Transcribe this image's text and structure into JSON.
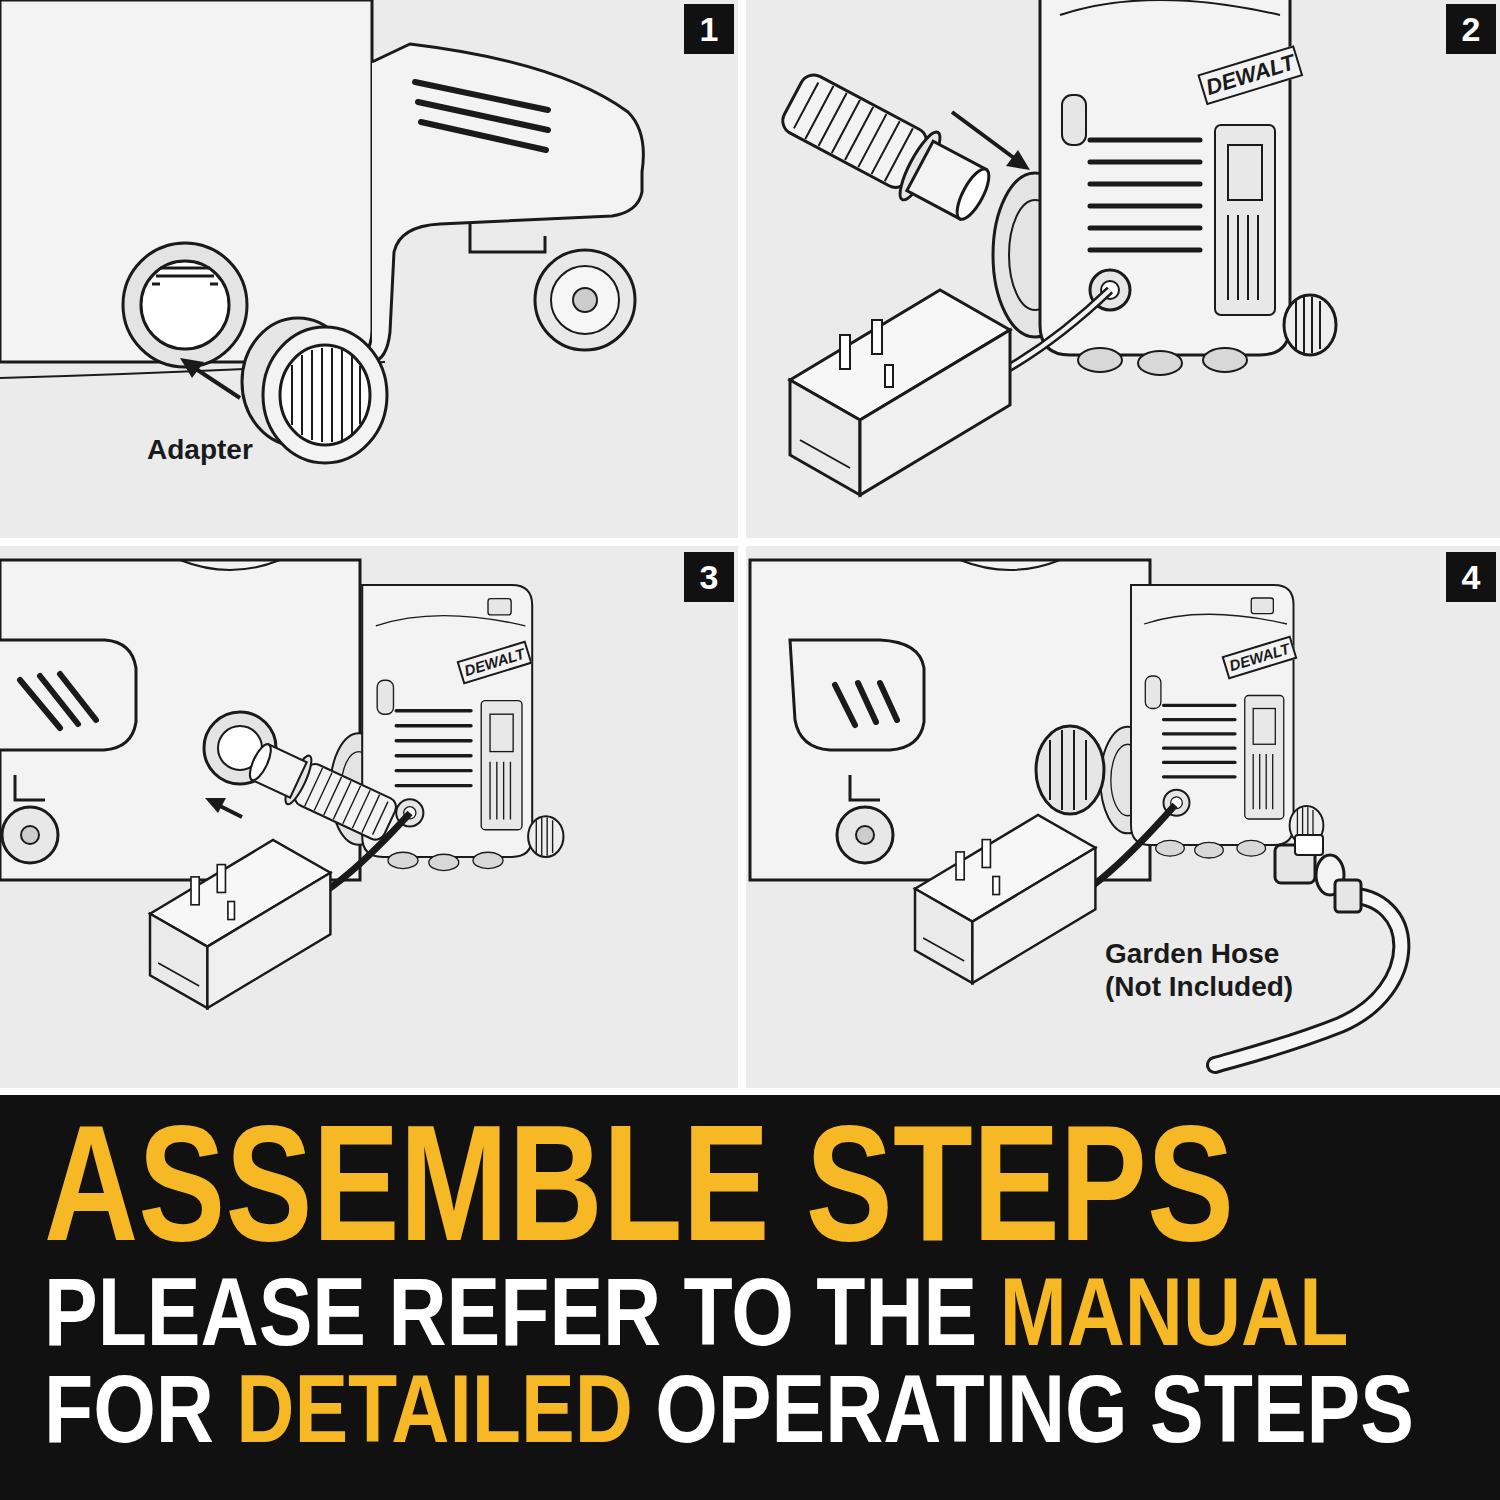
{
  "diagram": {
    "nodes": [
      {
        "text": [
          "1"
        ]
      },
      {
        "text": [
          "2"
        ]
      },
      {
        "text": [
          "3"
        ]
      },
      {
        "text": [
          "4"
        ]
      },
      {
        "text": [
          "ASSEMBLE STEPS",
          "PLEASE REFER TO THE MANUAL FOR DETAILED OPERATING STEPS"
        ]
      }
    ],
    "labels": [
      "Adapter",
      "DEWALT",
      "DEWALT",
      "DEWALT",
      "Garden Hose (Not Included)"
    ]
  }
}
